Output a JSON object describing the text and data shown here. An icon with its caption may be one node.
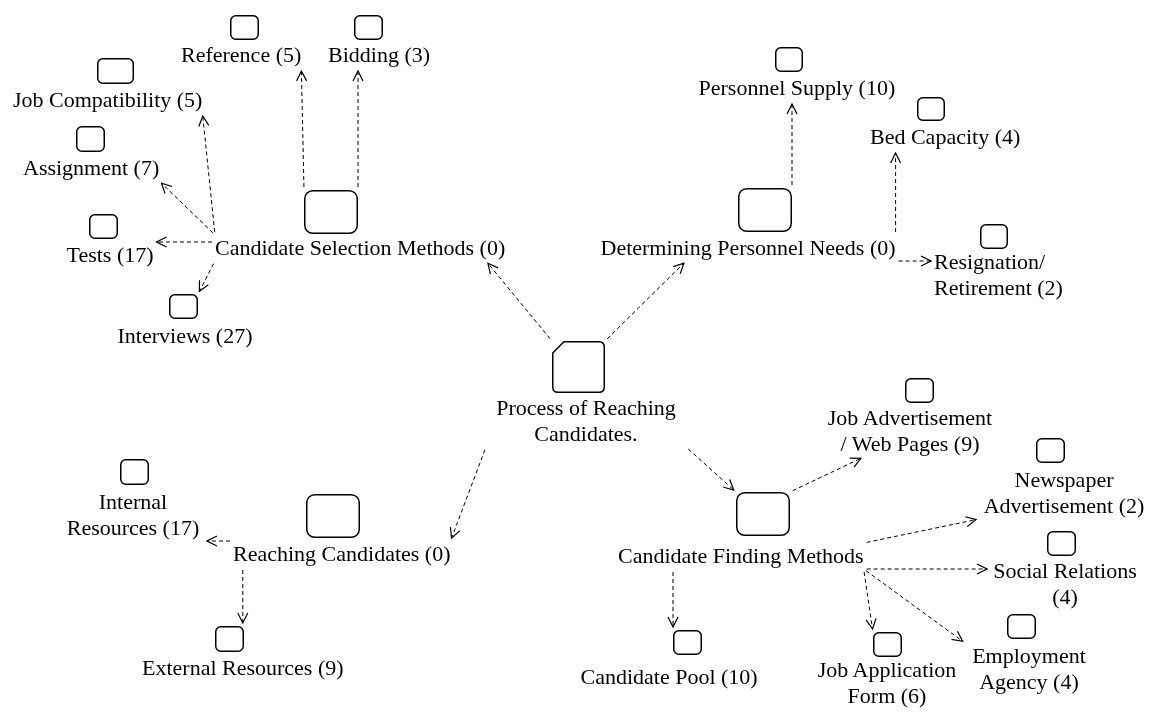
{
  "diagram": {
    "nodes": [
      {
        "text": [
          "Process of Reaching Candidates."
        ]
      },
      {
        "text": [
          "Candidate Selection Methods (0)"
        ]
      },
      {
        "text": [
          "Reference (5)"
        ]
      },
      {
        "text": [
          "Bidding (3)"
        ]
      },
      {
        "text": [
          "Job Compatibility (5)"
        ]
      },
      {
        "text": [
          "Assignment (7)"
        ]
      },
      {
        "text": [
          "Tests (17)"
        ]
      },
      {
        "text": [
          "Interviews (27)"
        ]
      },
      {
        "text": [
          "Determining Personnel Needs (0)"
        ]
      },
      {
        "text": [
          "Personnel Supply (10)"
        ]
      },
      {
        "text": [
          "Bed Capacity (4)"
        ]
      },
      {
        "text": [
          "Resignation/ Retirement (2)"
        ]
      },
      {
        "text": [
          "Reaching Candidates (0)"
        ]
      },
      {
        "text": [
          "Internal Resources (17)"
        ]
      },
      {
        "text": [
          "External Resources (9)"
        ]
      },
      {
        "text": [
          "Candidate Finding Methods"
        ]
      },
      {
        "text": [
          "Job Advertisement / Web Pages (9)"
        ]
      },
      {
        "text": [
          "Newspaper Advertisement (2)"
        ]
      },
      {
        "text": [
          "Social Relations (4)"
        ]
      },
      {
        "text": [
          "Employment Agency (4)"
        ]
      },
      {
        "text": [
          "Candidate Pool (10)"
        ]
      },
      {
        "text": [
          "Job Application Form (6)"
        ]
      }
    ],
    "edges": [
      {
        "from": 0,
        "to": 1,
        "arrow": "to",
        "style": "dashed"
      },
      {
        "from": 0,
        "to": 8,
        "arrow": "to",
        "style": "dashed"
      },
      {
        "from": 0,
        "to": 12,
        "arrow": "to",
        "style": "dashed"
      },
      {
        "from": 0,
        "to": 15,
        "arrow": "to",
        "style": "dashed"
      },
      {
        "from": 1,
        "to": 2,
        "arrow": "to",
        "style": "dashed"
      },
      {
        "from": 1,
        "to": 3,
        "arrow": "to",
        "style": "dashed"
      },
      {
        "from": 1,
        "to": 4,
        "arrow": "to",
        "style": "dashed"
      },
      {
        "from": 1,
        "to": 5,
        "arrow": "to",
        "style": "dashed"
      },
      {
        "from": 1,
        "to": 6,
        "arrow": "to",
        "style": "dashed"
      },
      {
        "from": 1,
        "to": 7,
        "arrow": "to",
        "style": "dashed"
      },
      {
        "from": 8,
        "to": 9,
        "arrow": "to",
        "style": "dashed"
      },
      {
        "from": 8,
        "to": 10,
        "arrow": "to",
        "style": "dashed"
      },
      {
        "from": 8,
        "to": 11,
        "arrow": "to",
        "style": "dashed"
      },
      {
        "from": 12,
        "to": 13,
        "arrow": "to",
        "style": "dashed"
      },
      {
        "from": 12,
        "to": 14,
        "arrow": "to",
        "style": "dashed"
      },
      {
        "from": 15,
        "to": 16,
        "arrow": "to",
        "style": "dashed"
      },
      {
        "from": 15,
        "to": 17,
        "arrow": "to",
        "style": "dashed"
      },
      {
        "from": 15,
        "to": 18,
        "arrow": "to",
        "style": "dashed"
      },
      {
        "from": 15,
        "to": 19,
        "arrow": "to",
        "style": "dashed"
      },
      {
        "from": 15,
        "to": 20,
        "arrow": "to",
        "style": "dashed"
      },
      {
        "from": 15,
        "to": 21,
        "arrow": "to",
        "style": "dashed"
      }
    ]
  }
}
